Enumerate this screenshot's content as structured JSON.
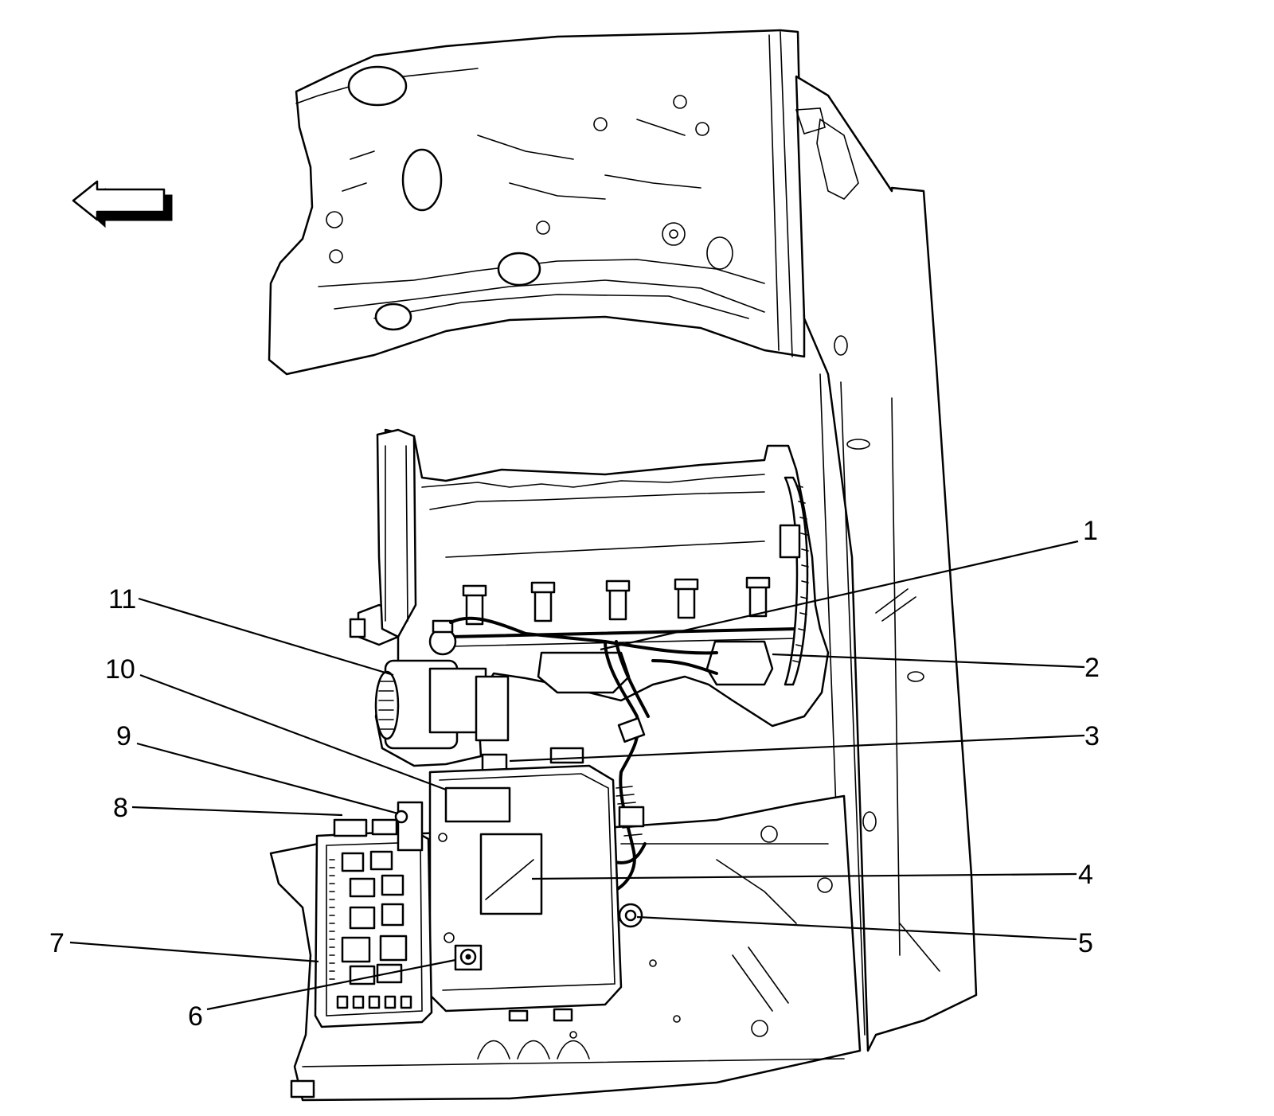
{
  "figure": {
    "direction_arrow": {
      "icon": "left-arrow-icon",
      "meaning": "front"
    },
    "callouts": [
      {
        "id": "1",
        "label": "1"
      },
      {
        "id": "2",
        "label": "2"
      },
      {
        "id": "3",
        "label": "3"
      },
      {
        "id": "4",
        "label": "4"
      },
      {
        "id": "5",
        "label": "5"
      },
      {
        "id": "6",
        "label": "6"
      },
      {
        "id": "7",
        "label": "7"
      },
      {
        "id": "8",
        "label": "8"
      },
      {
        "id": "9",
        "label": "9"
      },
      {
        "id": "10",
        "label": "10"
      },
      {
        "id": "11",
        "label": "11"
      }
    ]
  }
}
